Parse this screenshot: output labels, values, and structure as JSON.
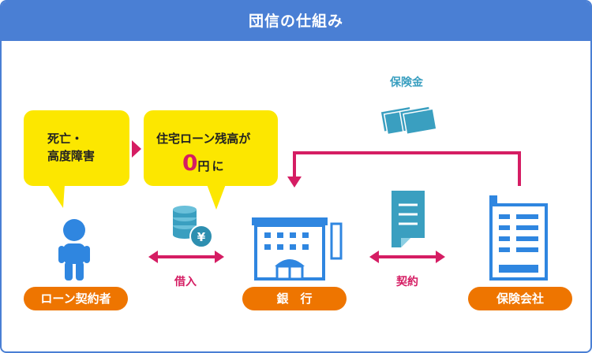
{
  "title": "団信の仕組み",
  "bubble_left": {
    "line1": "死亡・",
    "line2": "高度障害"
  },
  "bubble_right": {
    "line1": "住宅ローン残高が",
    "zero": "0",
    "yen": "円",
    "ni": "に"
  },
  "nodes": {
    "borrower": "ローン契約者",
    "bank": "銀　行",
    "insurer": "保険会社"
  },
  "edges": {
    "loan": "借入",
    "contract": "契約",
    "payout": "保険金"
  },
  "colors": {
    "header": "#4a7fd4",
    "bubble": "#fce700",
    "pill": "#ee7500",
    "arrow": "#d51d63",
    "icon_blue": "#2f86e0",
    "icon_teal": "#3a9fc0"
  }
}
